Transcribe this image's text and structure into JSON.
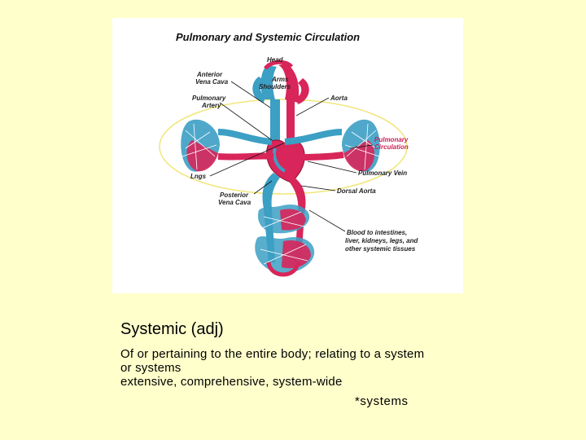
{
  "figure": {
    "title": "Pulmonary and Systemic Circulation",
    "labels": {
      "head": "Head",
      "arms_line1": "Arms",
      "arms_line2": "Shoulders",
      "anterior_line1": "Anterior",
      "anterior_line2": "Vena Cava",
      "pulm_artery_line1": "Pulmonary",
      "pulm_artery_line2": "Artery",
      "aorta": "Aorta",
      "pulm_circ_line1": "Pulmonary",
      "pulm_circ_line2": "Circulation",
      "lungs": "Lngs",
      "pulm_vein": "Pulmonary Vein",
      "posterior_line1": "Posterior",
      "posterior_line2": "Vena Cava",
      "dorsal_aorta": "Dorsal Aorta",
      "blood_line1": "Blood to intestines,",
      "blood_line2": "liver, kidneys, legs, and",
      "blood_line3": "other systemic tissues"
    },
    "colors": {
      "oxygenated": "#d8255a",
      "deoxygenated": "#3c9fc4",
      "pulmonary_ring": "#f1e67a"
    }
  },
  "term": "Systemic (adj)",
  "definition": {
    "line1": "Of or pertaining to the entire body; relating to a system",
    "line2": "or systems",
    "line3": "extensive, comprehensive, system-wide"
  },
  "source_note": "*systems"
}
